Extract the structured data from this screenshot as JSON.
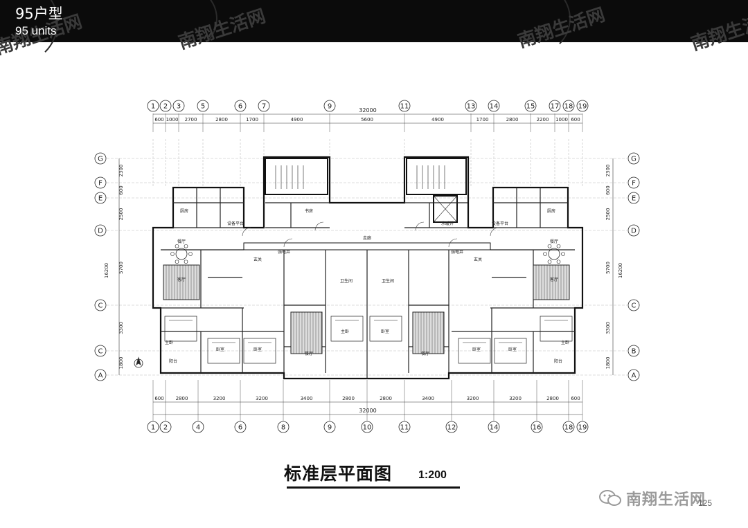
{
  "header": {
    "title": "95户型",
    "subtitle": "95 units",
    "watermark": "南翔生活网"
  },
  "drawing": {
    "top_axes": [
      "1",
      "2",
      "3",
      "5",
      "6",
      "7",
      "9",
      "11",
      "13",
      "14",
      "15",
      "17",
      "18",
      "19"
    ],
    "bottom_axes": [
      "1",
      "2",
      "4",
      "6",
      "8",
      "9",
      "10",
      "11",
      "12",
      "14",
      "16",
      "18",
      "19"
    ],
    "left_axes": [
      "G",
      "F",
      "E",
      "D",
      "C",
      "C",
      "A"
    ],
    "right_axes": [
      "G",
      "F",
      "E",
      "D",
      "C",
      "B",
      "A"
    ],
    "top_total": "32000",
    "top_dims": [
      "600",
      "1000",
      "2700",
      "2800",
      "1700",
      "4900",
      "5600",
      "4900",
      "1700",
      "2800",
      "2200",
      "1000",
      "600"
    ],
    "bottom_total": "32000",
    "bottom_dims": [
      "600",
      "2800",
      "3200",
      "3200",
      "3400",
      "2800",
      "2800",
      "3400",
      "3200",
      "3200",
      "2800",
      "600"
    ],
    "side_dims": [
      "2300",
      "600",
      "2500",
      "5700",
      "3300",
      "1800"
    ],
    "side_total": "16200",
    "room_labels": {
      "kitchen": "厨房",
      "living": "客厅",
      "dining": "餐厅",
      "master_bedroom": "主卧",
      "bedroom": "卧室",
      "study": "书房",
      "balcony": "阳台",
      "equipment_platform": "设备平台",
      "corridor": "走廊",
      "water_well": "水暖井",
      "elec_well": "强电井",
      "entry": "玄关",
      "bathroom": "卫生间"
    }
  },
  "caption": {
    "title": "标准层平面图",
    "scale": "1:200"
  },
  "logo": {
    "text": "南翔生活网",
    "page_number": "125"
  }
}
